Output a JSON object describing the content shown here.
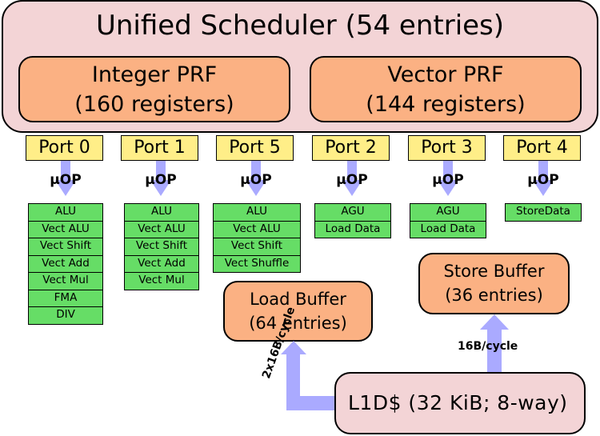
{
  "scheduler": {
    "title": "Unified Scheduler (54 entries)",
    "integer_prf": {
      "line1": "Integer PRF",
      "line2": "(160 registers)"
    },
    "vector_prf": {
      "line1": "Vector PRF",
      "line2": "(144 registers)"
    }
  },
  "ports": [
    {
      "label": "Port 0",
      "uop": "μOP",
      "units": [
        "ALU",
        "Vect ALU",
        "Vect Shift",
        "Vect Add",
        "Vect Mul",
        "FMA",
        "DIV"
      ]
    },
    {
      "label": "Port 1",
      "uop": "μOP",
      "units": [
        "ALU",
        "Vect ALU",
        "Vect Shift",
        "Vect Add",
        "Vect Mul"
      ]
    },
    {
      "label": "Port 5",
      "uop": "μOP",
      "units": [
        "ALU",
        "Vect ALU",
        "Vect Shift",
        "Vect Shuffle"
      ]
    },
    {
      "label": "Port 2",
      "uop": "μOP",
      "units": [
        "AGU",
        "Load Data"
      ]
    },
    {
      "label": "Port 3",
      "uop": "μOP",
      "units": [
        "AGU",
        "Load Data"
      ]
    },
    {
      "label": "Port 4",
      "uop": "μOP",
      "units": [
        "StoreData"
      ]
    }
  ],
  "load_buffer": {
    "line1": "Load Buffer",
    "line2": "(64 entries)"
  },
  "store_buffer": {
    "line1": "Store Buffer",
    "line2": "(36 entries)"
  },
  "l1d": {
    "label": "L1D$ (32 KiB; 8-way)"
  },
  "bandwidth": {
    "load": "2x16B/cycle",
    "store": "16B/cycle"
  },
  "colors": {
    "scheduler": "#f3d4d6",
    "prf": "#fbb183",
    "port": "#ffee88",
    "unit": "#66dd66",
    "arrow": "#aaaaff"
  }
}
